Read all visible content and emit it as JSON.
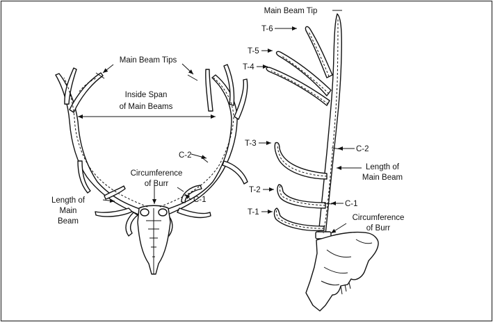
{
  "colors": {
    "ink": "#111111",
    "background": "#ffffff",
    "border": "#333333"
  },
  "front_view": {
    "main_beam_tips": "Main Beam Tips",
    "inside_span_line1": "Inside Span",
    "inside_span_line2": "of Main Beams",
    "c2": "C-2",
    "c1": "C-1",
    "circumference_line1": "Circumference",
    "circumference_line2": "of Burr",
    "length_line1": "Length of",
    "length_line2": "Main",
    "length_line3": "Beam"
  },
  "side_view": {
    "main_beam_tip": "Main Beam Tip",
    "t6": "T-6",
    "t5": "T-5",
    "t4": "T-4",
    "t3": "T-3",
    "t2": "T-2",
    "t1": "T-1",
    "c2": "C-2",
    "c1": "C-1",
    "length_line1": "Length of",
    "length_line2": "Main Beam",
    "circumference_line1": "Circumference",
    "circumference_line2": "of Burr"
  }
}
